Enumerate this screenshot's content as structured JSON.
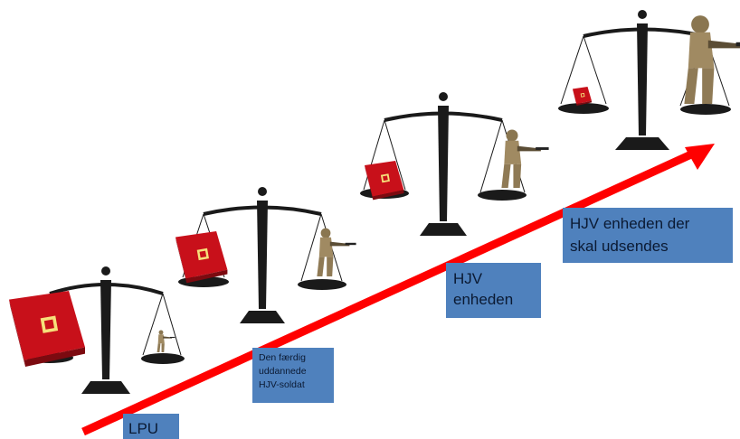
{
  "labels": {
    "lpu": "LPU",
    "soldier": [
      "Den færdig",
      "uddannede",
      "HJV-soldat"
    ],
    "unit": [
      "HJV",
      "enheden"
    ],
    "deploy_unit": [
      "HJV enheden der",
      "skal udsendes"
    ]
  },
  "colors": {
    "arrow": "#ff0000",
    "label_bg": "#4f81bd",
    "scale": "#1a1a1a",
    "book": "#c8101a",
    "soldier": "#a08a62"
  }
}
